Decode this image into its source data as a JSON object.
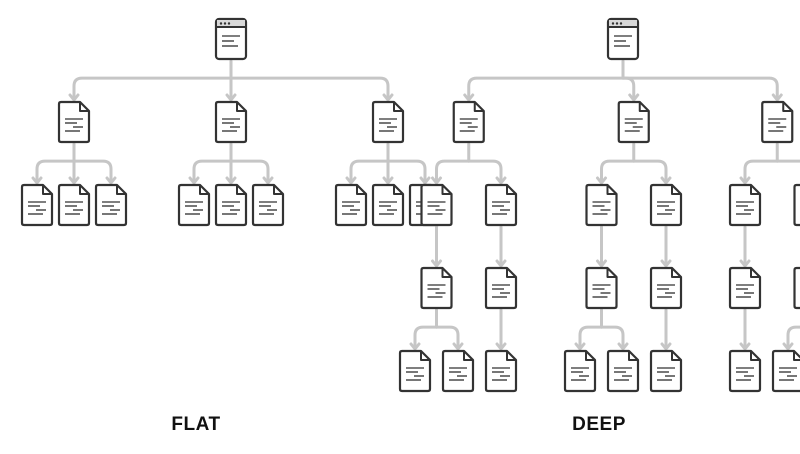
{
  "labels": {
    "flat": "FLAT",
    "deep": "DEEP"
  },
  "colors": {
    "connector": "#c6c6c6",
    "icon_stroke": "#333333",
    "icon_lines": "#555555",
    "icon_fill": "#ffffff",
    "browser_bar": "#d9d9d9"
  },
  "icons": {
    "root": "browser-window-icon",
    "page": "document-icon"
  },
  "trees": [
    {
      "name": "flat",
      "root": {
        "children": [
          {
            "children": [
              {},
              {},
              {}
            ]
          },
          {
            "children": [
              {},
              {},
              {}
            ]
          },
          {
            "children": [
              {},
              {},
              {}
            ]
          }
        ]
      }
    },
    {
      "name": "deep",
      "root": {
        "children": [
          {
            "children": [
              {
                "children": [
                  {
                    "children": [
                      {},
                      {}
                    ]
                  }
                ]
              },
              {
                "children": [
                  {
                    "children": [
                      {}
                    ]
                  }
                ]
              }
            ]
          },
          {
            "children": [
              {
                "children": [
                  {
                    "children": [
                      {},
                      {}
                    ]
                  }
                ]
              },
              {
                "children": [
                  {
                    "children": [
                      {}
                    ]
                  }
                ]
              }
            ]
          },
          {
            "children": [
              {
                "children": [
                  {
                    "children": [
                      {}
                    ]
                  }
                ]
              },
              {
                "children": [
                  {
                    "children": [
                      {},
                      {}
                    ]
                  }
                ]
              }
            ]
          }
        ]
      }
    }
  ]
}
